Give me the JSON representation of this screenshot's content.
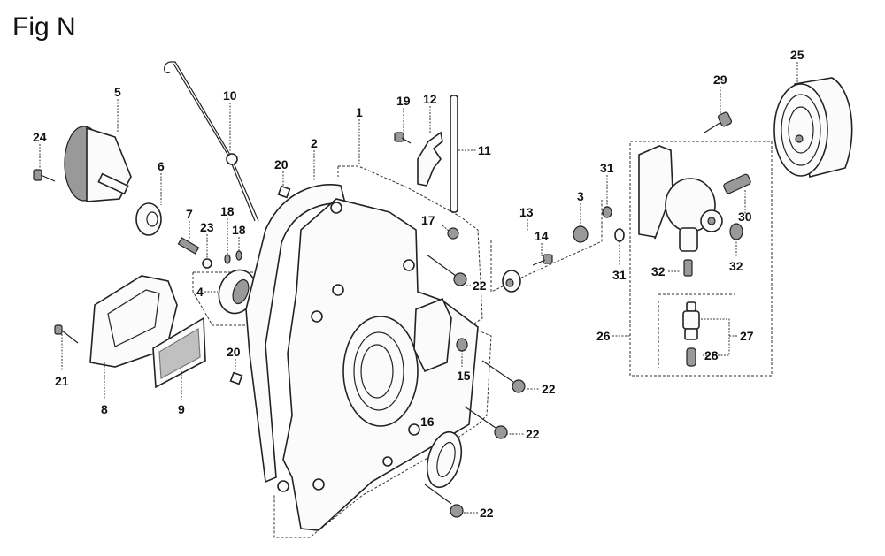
{
  "figure": {
    "title": "Fig N",
    "description": "Exploded parts diagram: crankcase cover / oil filter assembly"
  },
  "callouts": [
    {
      "id": "1",
      "label": "1"
    },
    {
      "id": "2",
      "label": "2"
    },
    {
      "id": "3",
      "label": "3"
    },
    {
      "id": "4",
      "label": "4"
    },
    {
      "id": "5",
      "label": "5"
    },
    {
      "id": "6",
      "label": "6"
    },
    {
      "id": "7",
      "label": "7"
    },
    {
      "id": "8",
      "label": "8"
    },
    {
      "id": "9",
      "label": "9"
    },
    {
      "id": "10",
      "label": "10"
    },
    {
      "id": "11",
      "label": "11"
    },
    {
      "id": "12",
      "label": "12"
    },
    {
      "id": "13",
      "label": "13"
    },
    {
      "id": "14",
      "label": "14"
    },
    {
      "id": "15",
      "label": "15"
    },
    {
      "id": "16",
      "label": "16"
    },
    {
      "id": "17",
      "label": "17"
    },
    {
      "id": "18a",
      "label": "18"
    },
    {
      "id": "18b",
      "label": "18"
    },
    {
      "id": "19",
      "label": "19"
    },
    {
      "id": "20a",
      "label": "20"
    },
    {
      "id": "20b",
      "label": "20"
    },
    {
      "id": "21",
      "label": "21"
    },
    {
      "id": "22a",
      "label": "22"
    },
    {
      "id": "22b",
      "label": "22"
    },
    {
      "id": "22c",
      "label": "22"
    },
    {
      "id": "22d",
      "label": "22"
    },
    {
      "id": "23",
      "label": "23"
    },
    {
      "id": "24",
      "label": "24"
    },
    {
      "id": "25",
      "label": "25"
    },
    {
      "id": "26",
      "label": "26"
    },
    {
      "id": "27",
      "label": "27"
    },
    {
      "id": "28",
      "label": "28"
    },
    {
      "id": "29",
      "label": "29"
    },
    {
      "id": "30",
      "label": "30"
    },
    {
      "id": "31a",
      "label": "31"
    },
    {
      "id": "31b",
      "label": "31"
    },
    {
      "id": "32a",
      "label": "32"
    },
    {
      "id": "32b",
      "label": "32"
    }
  ]
}
